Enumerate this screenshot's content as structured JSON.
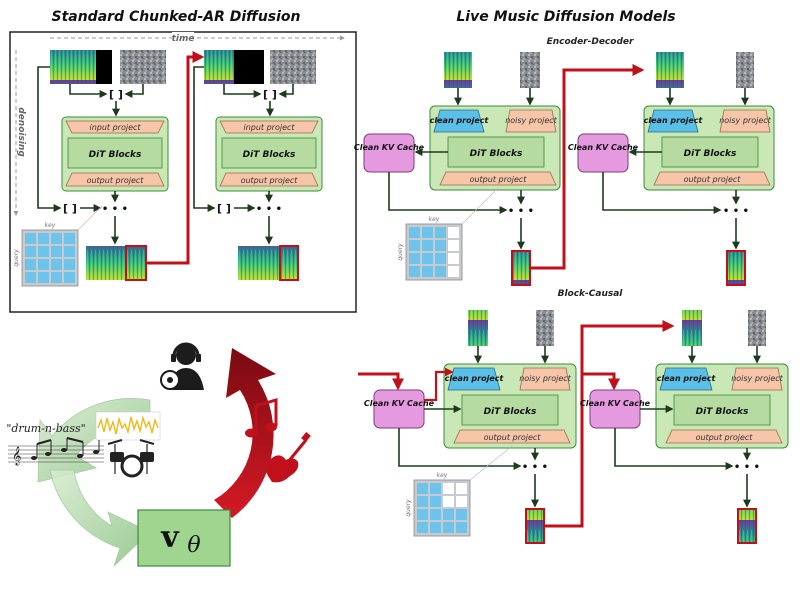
{
  "titles": {
    "left": "Standard Chunked-AR Diffusion",
    "right": "Live Music Diffusion Models"
  },
  "sub_titles": {
    "encoder_decoder": "Encoder-Decoder",
    "block_causal": "Block-Causal"
  },
  "axis_labels": {
    "time": "time",
    "denoising": "denoising",
    "key": "key",
    "query": "query"
  },
  "block_labels": {
    "input_project": "input project",
    "dit_blocks": "DiT Blocks",
    "output_project": "output project",
    "clean_project": "clean project",
    "noisy_project": "noisy project",
    "clean_kv_cache": "Clean KV Cache"
  },
  "symbols": {
    "concat": "[ ]",
    "ellipsis": "• • •"
  },
  "cycle": {
    "prompt_text": "\"drum-n-bass\"",
    "model_symbol": "v",
    "model_subscript": "θ"
  },
  "colors": {
    "block_green": "#c9e8b5",
    "block_green_dark": "#b5dba0",
    "block_border": "#3d8a3d",
    "project_orange": "#f7c6a9",
    "project_blue": "#5bc0e8",
    "kv_pink": "#e59ae0",
    "arrow_dark": "#1d3a1d",
    "arrow_red": "#c0101c",
    "attention_blue": "#6ec3ea"
  }
}
